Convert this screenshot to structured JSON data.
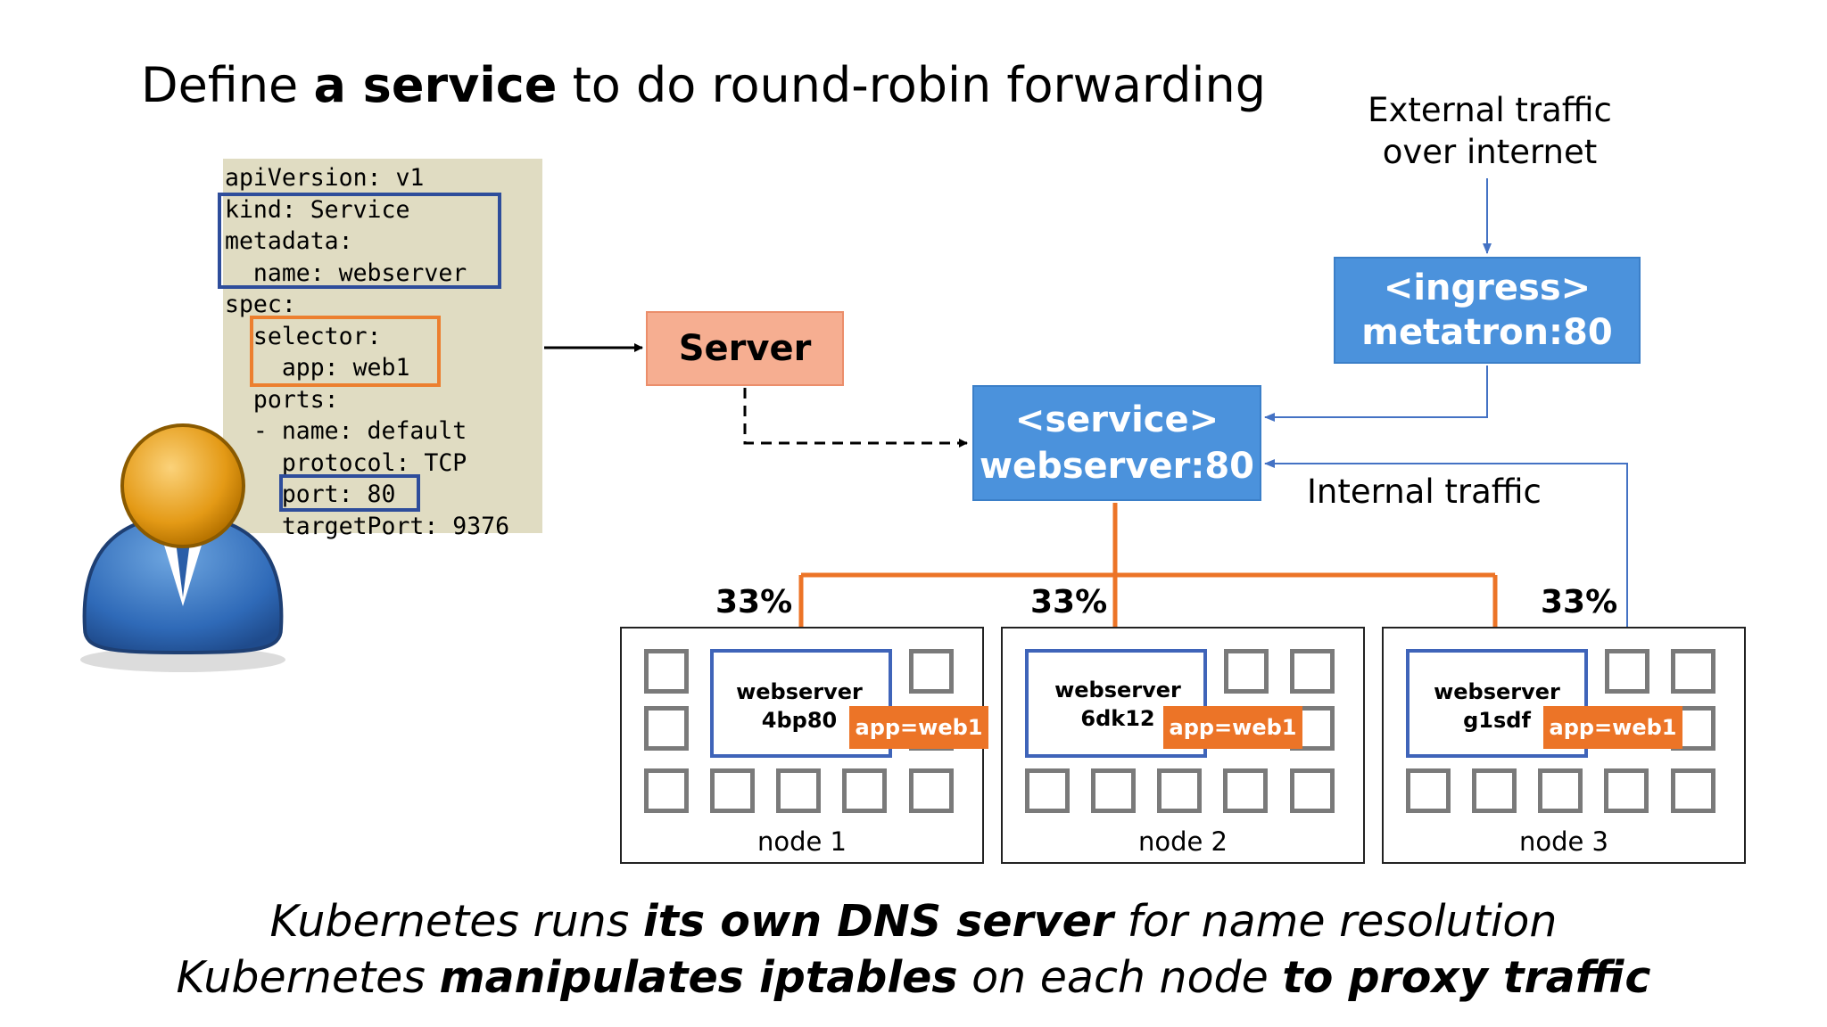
{
  "title": {
    "part1": "Define ",
    "bold": "a service",
    "part2": " to do round-robin forwarding"
  },
  "external": {
    "line1": "External traffic",
    "line2": "over internet"
  },
  "yaml": [
    "apiVersion: v1",
    "kind: Service",
    "metadata:",
    "  name: webserver",
    "spec:",
    "  selector:",
    "    app: web1",
    "  ports:",
    "  - name: default",
    "    protocol: TCP",
    "    port: 80",
    "    targetPort: 9376"
  ],
  "server": {
    "label": "Server"
  },
  "ingress": {
    "line1": "<ingress>",
    "line2": "metatron:80"
  },
  "service": {
    "line1": "<service>",
    "line2": "webserver:80"
  },
  "internal_label": "Internal traffic",
  "nodes": [
    {
      "label": "node 1",
      "percent": "33%",
      "pod_line1": "webserver",
      "pod_line2": "4bp80",
      "tag": "app=web1"
    },
    {
      "label": "node 2",
      "percent": "33%",
      "pod_line1": "webserver",
      "pod_line2": "6dk12",
      "tag": "app=web1"
    },
    {
      "label": "node 3",
      "percent": "33%",
      "pod_line1": "webserver",
      "pod_line2": "g1sdf",
      "tag": "app=web1"
    }
  ],
  "bottom": {
    "l1_a": "Kubernetes runs ",
    "l1_b": "its own DNS server",
    "l1_c": " for name resolution",
    "l2_a": "Kubernetes ",
    "l2_b": "manipulates iptables",
    "l2_c": " on each node ",
    "l2_d": "to proxy traffic"
  },
  "colors": {
    "service_blue": "#4b92dc",
    "server_salmon": "#f6ae91",
    "orange_flow": "#ec7427",
    "pod_border_blue": "#3f64b9",
    "yaml_background": "#e0dcc2"
  },
  "icons": [
    "user-avatar-icon"
  ]
}
